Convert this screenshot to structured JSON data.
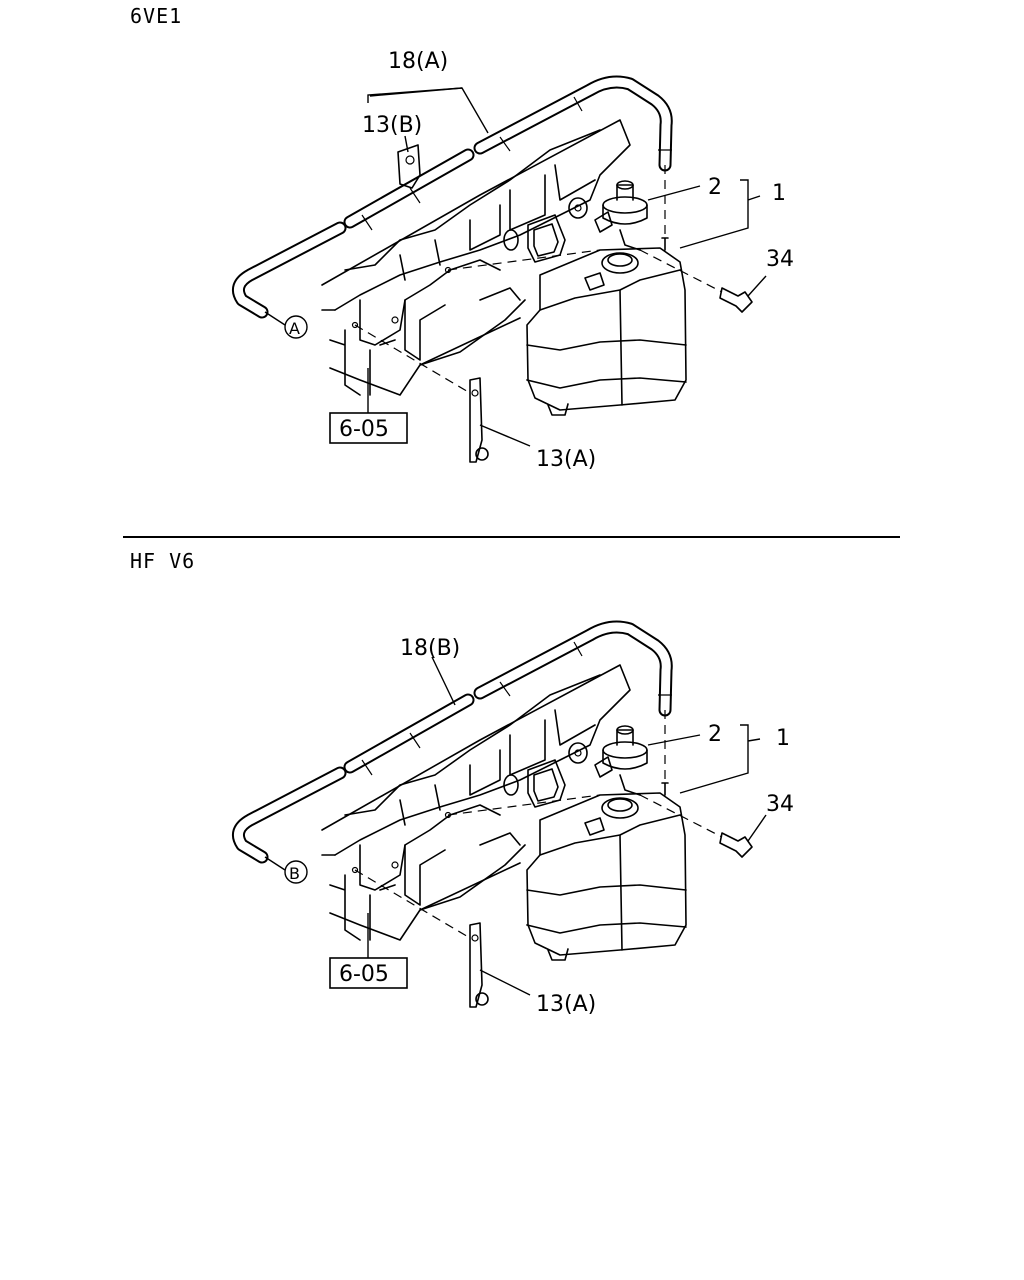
{
  "sections": [
    {
      "title": "6VE1",
      "labels": {
        "hose": "18(A)",
        "bracket_top": "13(B)",
        "cap": "2",
        "assembly": "1",
        "bolt": "34",
        "ref": "6-05",
        "bracket_bottom": "13(A)",
        "connector": "A"
      }
    },
    {
      "title": "HF  V6",
      "labels": {
        "hose": "18(B)",
        "cap": "2",
        "assembly": "1",
        "bolt": "34",
        "ref": "6-05",
        "bracket_bottom": "13(A)",
        "connector": "B"
      }
    }
  ]
}
